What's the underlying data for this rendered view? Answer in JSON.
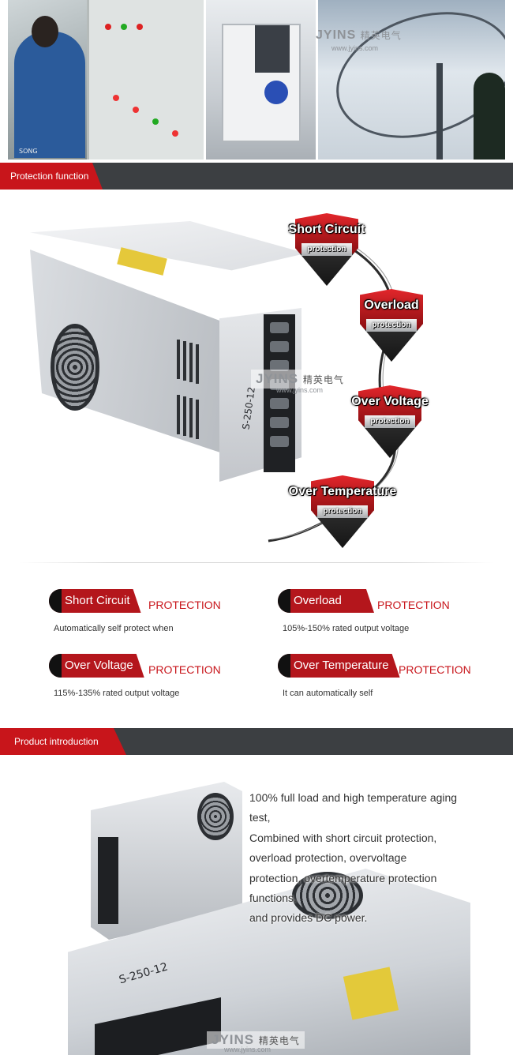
{
  "hero": {
    "caption": "SONG",
    "watermark_brand": "JYINS",
    "watermark_cn": "精英电气",
    "watermark_url": "www.jyins.com"
  },
  "sections": {
    "protection": "Protection function",
    "product": "Product introduction"
  },
  "diagram": {
    "badge_ribbon": "protection",
    "badges": [
      {
        "title": "Short Circuit"
      },
      {
        "title": "Overload"
      },
      {
        "title": "Over Voltage"
      },
      {
        "title": "Over Temperature"
      }
    ],
    "psu_model": "S-250-12",
    "watermark_brand": "JYINS",
    "watermark_cn": "精英电气",
    "watermark_url": "www.jyins.com"
  },
  "features": [
    {
      "label": "Short Circuit",
      "suffix": "PROTECTION",
      "desc": "Automatically self protect when"
    },
    {
      "label": "Overload",
      "suffix": "PROTECTION",
      "desc": "105%-150% rated output voltage"
    },
    {
      "label": "Over Voltage",
      "suffix": "PROTECTION",
      "desc": "115%-135% rated output voltage"
    },
    {
      "label": "Over Temperature",
      "suffix": "PROTECTION",
      "desc": "It can automatically self"
    }
  ],
  "intro": {
    "lines": [
      "100% full load and high temperature aging",
      "test,",
      "Combined with short circuit protection,",
      "overload protection, overvoltage",
      "protection, overtemperature protection",
      "functions.",
      "and provides DC power."
    ],
    "psu_model": "S-250-12",
    "watermark_brand": "JYINS",
    "watermark_cn": "精英电气",
    "watermark_url": "www.jyins.com"
  },
  "colors": {
    "accent_red": "#c8151b",
    "bar_dark": "#3c3f42"
  }
}
